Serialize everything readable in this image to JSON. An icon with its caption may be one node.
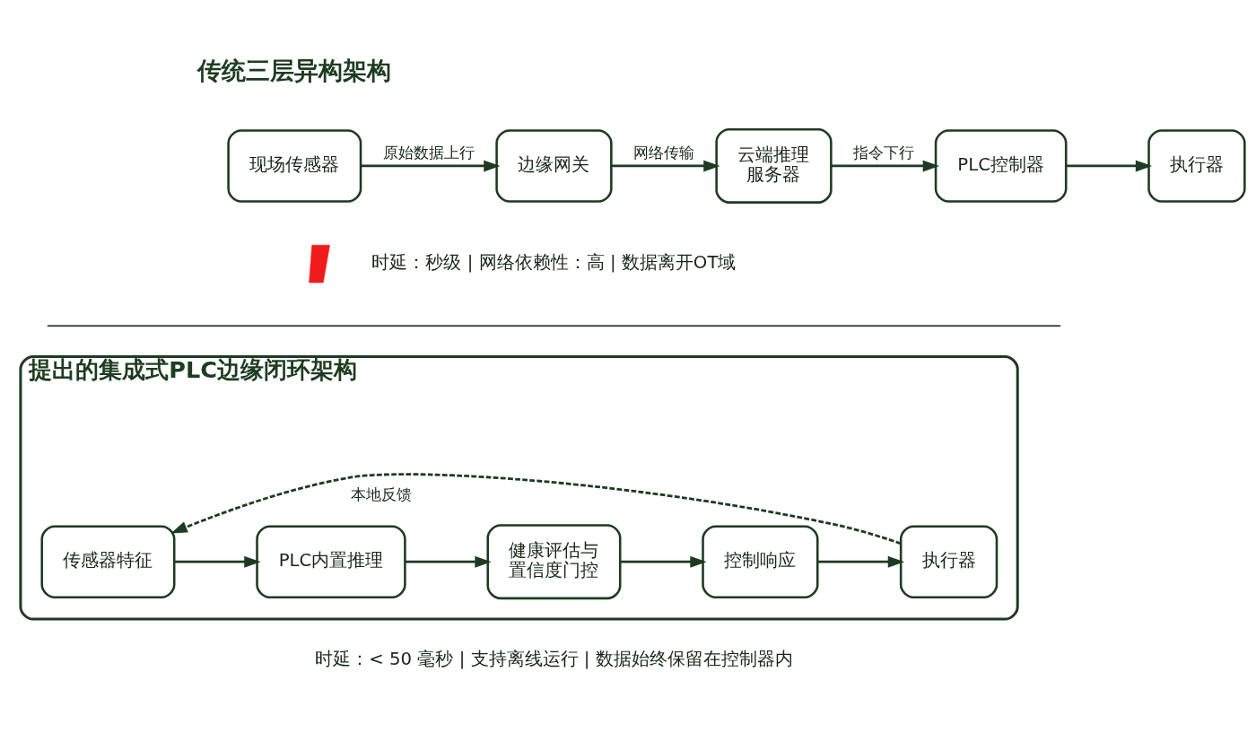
{
  "diagram": {
    "nodes": [
      {
        "text": [
          "现场传感器"
        ]
      },
      {
        "text": [
          "边缘网关"
        ]
      },
      {
        "text": [
          "云端推理服务器"
        ]
      },
      {
        "text": [
          "PLC控制器"
        ]
      },
      {
        "text": [
          "执行器"
        ]
      },
      {
        "text": [],
        "shape": "lightning"
      },
      {
        "text": [
          "提出的集成式PLC边缘闭环架构"
        ]
      },
      {
        "text": [
          "传感器特征"
        ],
        "in": 6
      },
      {
        "text": [
          "PLC内置推理"
        ],
        "in": 6
      },
      {
        "text": [
          "健康评估与置信度门控"
        ],
        "in": 6
      },
      {
        "text": [
          "控制响应"
        ],
        "in": 6
      },
      {
        "text": [
          "执行器"
        ],
        "in": 6
      }
    ],
    "edges": [
      {
        "from": 0,
        "to": 1,
        "arrow": "to",
        "label": "原始数据上行"
      },
      {
        "from": 1,
        "to": 2,
        "arrow": "to",
        "label": "网络传输"
      },
      {
        "from": 2,
        "to": 3,
        "arrow": "to",
        "label": "指令下行"
      },
      {
        "from": 3,
        "to": 4,
        "arrow": "to"
      },
      {
        "from": 7,
        "to": 8,
        "arrow": "to"
      },
      {
        "from": 8,
        "to": 9,
        "arrow": "to"
      },
      {
        "from": 9,
        "to": 10,
        "arrow": "to"
      },
      {
        "from": 10,
        "to": 11,
        "arrow": "to"
      },
      {
        "from": 11,
        "to": 7,
        "arrow": "to",
        "style": "dashed",
        "label": "本地反馈"
      }
    ],
    "labels": [
      "传统三层异构架构",
      "时延：秒级 | 网络依赖性：高 | 数据离开OT域",
      "时延：< 50 毫秒 | 支持离线运行 | 数据始终保留在控制器内"
    ]
  }
}
